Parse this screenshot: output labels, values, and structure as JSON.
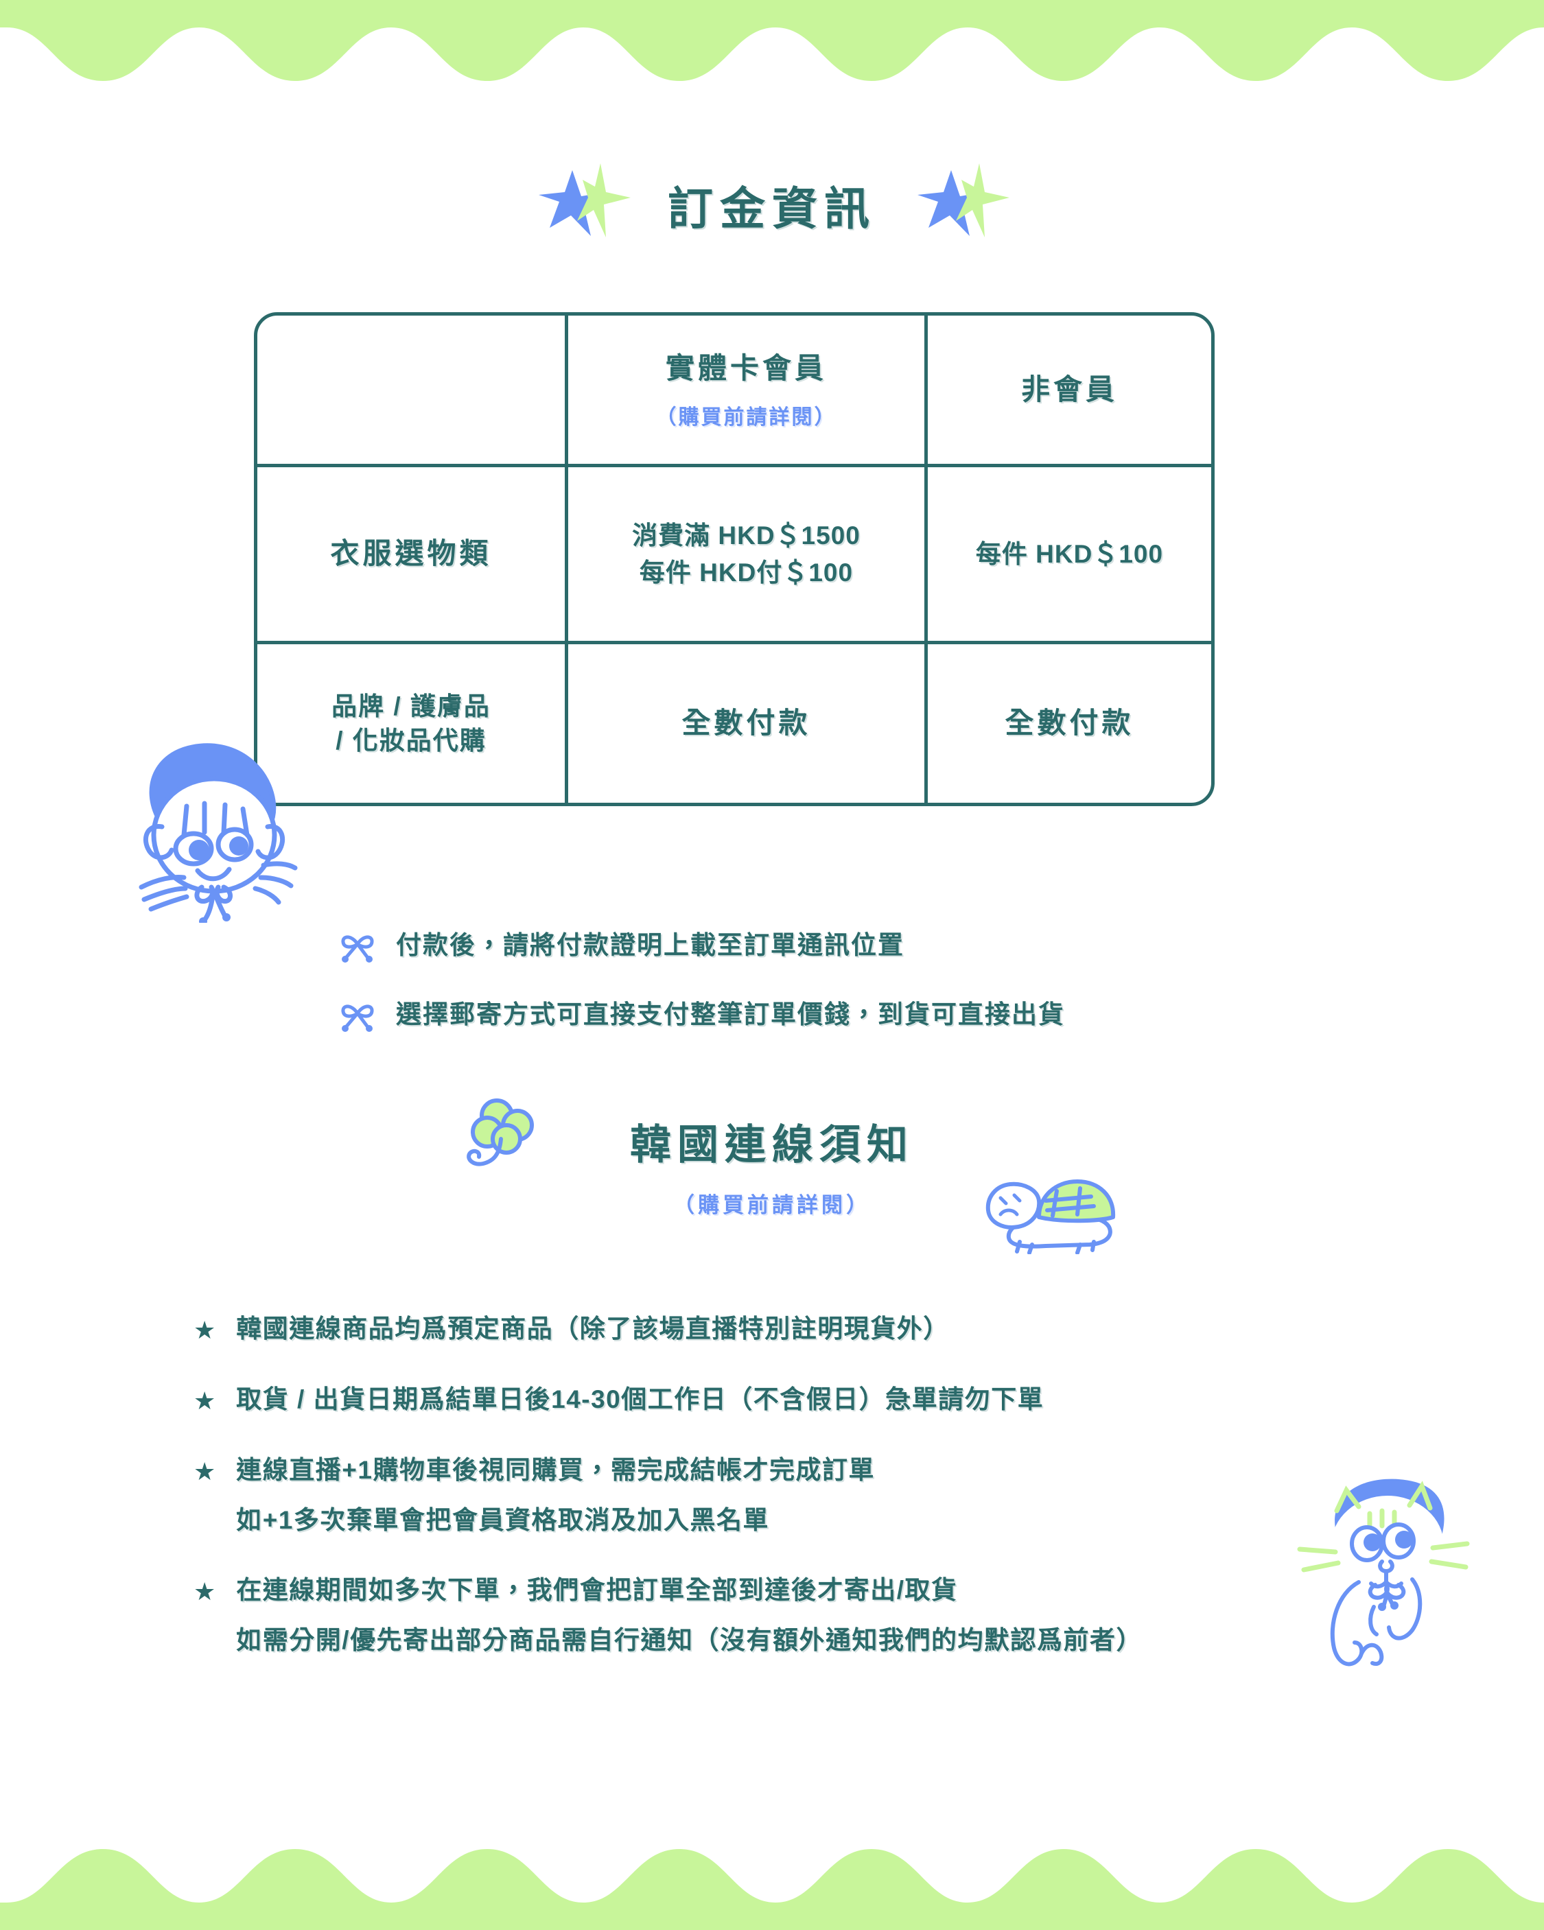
{
  "colors": {
    "teal": "#2b6a6a",
    "blue": "#6a93f5",
    "green": "#c8f59a",
    "background": "#ffffff"
  },
  "header": {
    "title": "訂金資訊",
    "left_sparkle": "sparkle-stars-icon",
    "right_sparkle": "sparkle-stars-icon"
  },
  "deposit_table": {
    "columns": [
      {
        "main": "",
        "sub": ""
      },
      {
        "main": "實體卡會員",
        "sub": "（購買前請詳閱）"
      },
      {
        "main": "非會員",
        "sub": ""
      }
    ],
    "rows": [
      {
        "label": "衣服選物類",
        "member_lines": [
          "消費滿 HKD＄1500",
          "每件 HKD付＄100"
        ],
        "nonmember_lines": [
          "每件 HKD＄100"
        ]
      },
      {
        "label_lines": [
          "品牌 / 護膚品",
          "/ 化妝品代購"
        ],
        "member_lines": [
          "全數付款"
        ],
        "nonmember_lines": [
          "全數付款"
        ]
      }
    ]
  },
  "bow_notes": [
    {
      "icon": "bow-icon",
      "text": "付款後，請將付款證明上載至訂單通訊位置"
    },
    {
      "icon": "bow-icon",
      "text": "選擇郵寄方式可直接支付整筆訂單價錢，到貨可直接出貨"
    }
  ],
  "korea_section": {
    "title": "韓國連線須知",
    "subtitle": "（購買前請詳閱）",
    "clover_icon": "clover-flower-icon",
    "turtle_icon": "turtle-icon"
  },
  "star_notes": [
    {
      "bullet": "★",
      "lines": [
        "韓國連線商品均爲預定商品（除了該場直播特別註明現貨外）"
      ]
    },
    {
      "bullet": "★",
      "lines": [
        "取貨 / 出貨日期爲結單日後14-30個工作日（不含假日）急單請勿下單"
      ]
    },
    {
      "bullet": "★",
      "lines": [
        "連線直播+1購物車後視同購買，需完成結帳才完成訂單",
        "如+1多次棄單會把會員資格取消及加入黑名單"
      ]
    },
    {
      "bullet": "★",
      "lines": [
        "在連線期間如多次下單，我們會把訂單全部到達後才寄出/取貨",
        "如需分開/優先寄出部分商品需自行通知（沒有額外通知我們的均默認爲前者）"
      ]
    }
  ],
  "decorations": {
    "cat_head": "cat-face-with-hat-icon",
    "cat_body": "cat-with-hood-icon"
  }
}
